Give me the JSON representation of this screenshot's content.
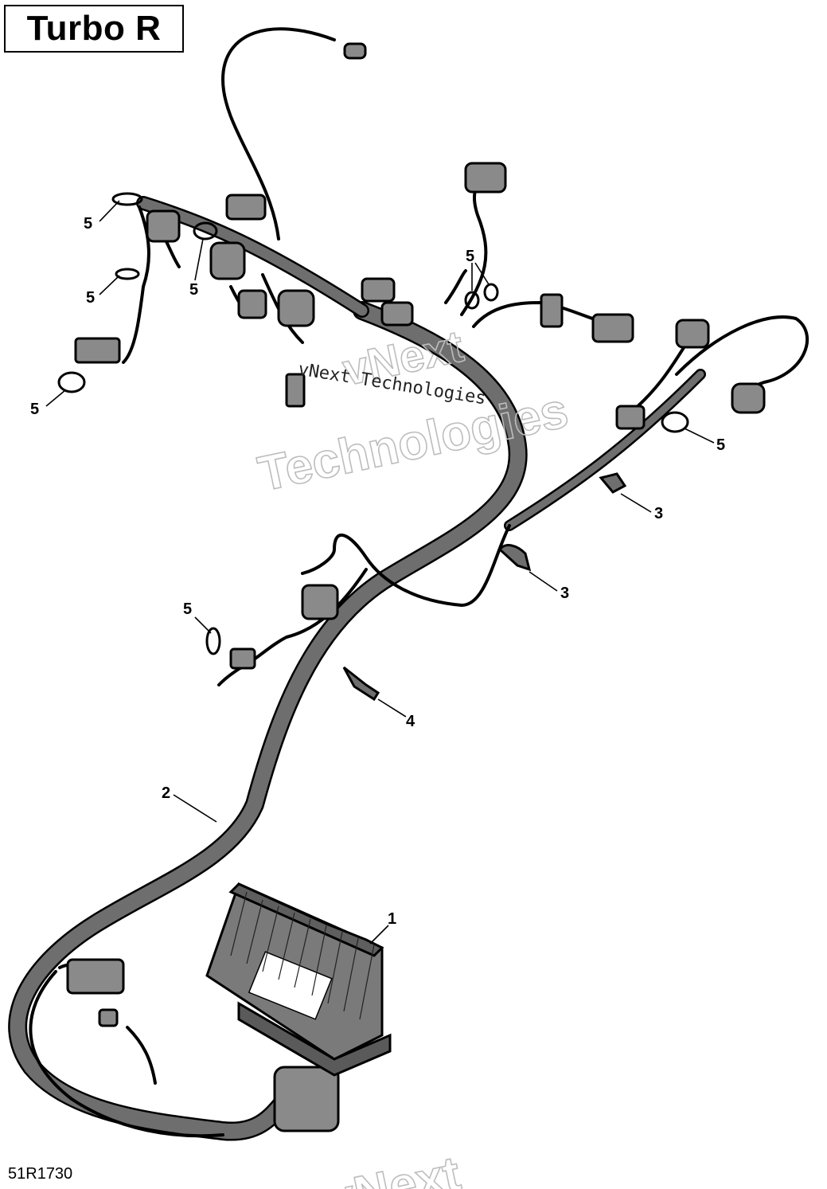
{
  "title": "Turbo R",
  "drawing_code": "51R1730",
  "watermark": {
    "line1": "vNext",
    "line2": "Technologies",
    "inline": "vNext Technologies"
  },
  "callouts": {
    "ecm": "1",
    "harness": "2",
    "clip_upper": "3",
    "clip_lower": "3",
    "fastener": "4",
    "tie_upper_left": "5",
    "tie_center_left": "5",
    "tie_mid_left": "5",
    "tie_lower_left": "5",
    "tie_center_right": "5",
    "tie_right": "5",
    "tie_middle": "5"
  },
  "colors": {
    "harness_fill": "#6e6e6e",
    "line": "#000000",
    "watermark": "#bdbdbd"
  }
}
